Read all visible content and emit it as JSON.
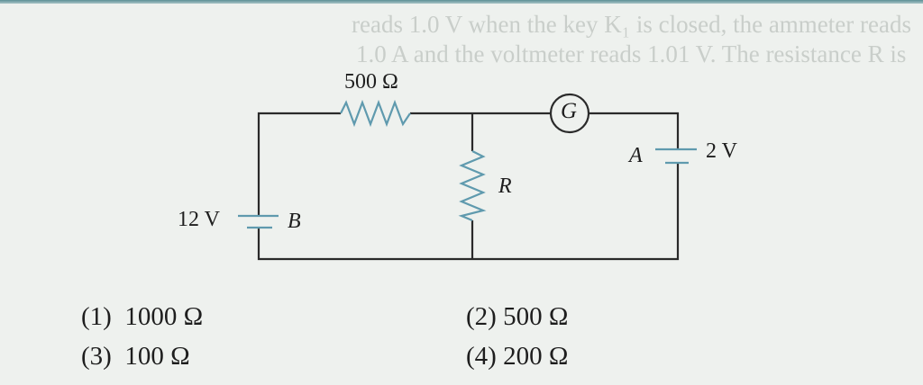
{
  "background_text": {
    "line1": "reads 1.0 V when the key K₁ is closed, the ammeter reads",
    "line2": "1.0 A and the voltmeter reads 1.01 V. The resistance R is"
  },
  "circuit": {
    "top_resistor_label": "500 Ω",
    "galvanometer_label": "G",
    "middle_resistor_label": "R",
    "battery_a_name": "A",
    "battery_a_voltage": "2 V",
    "battery_b_name": "B",
    "battery_b_voltage": "12 V",
    "wire_color": "#2a2a2a",
    "component_color": "#5f9aae"
  },
  "options": [
    {
      "number": "(1)",
      "value": "1000 Ω"
    },
    {
      "number": "(2)",
      "value": "500 Ω"
    },
    {
      "number": "(3)",
      "value": "100 Ω"
    },
    {
      "number": "(4)",
      "value": "200 Ω"
    }
  ]
}
